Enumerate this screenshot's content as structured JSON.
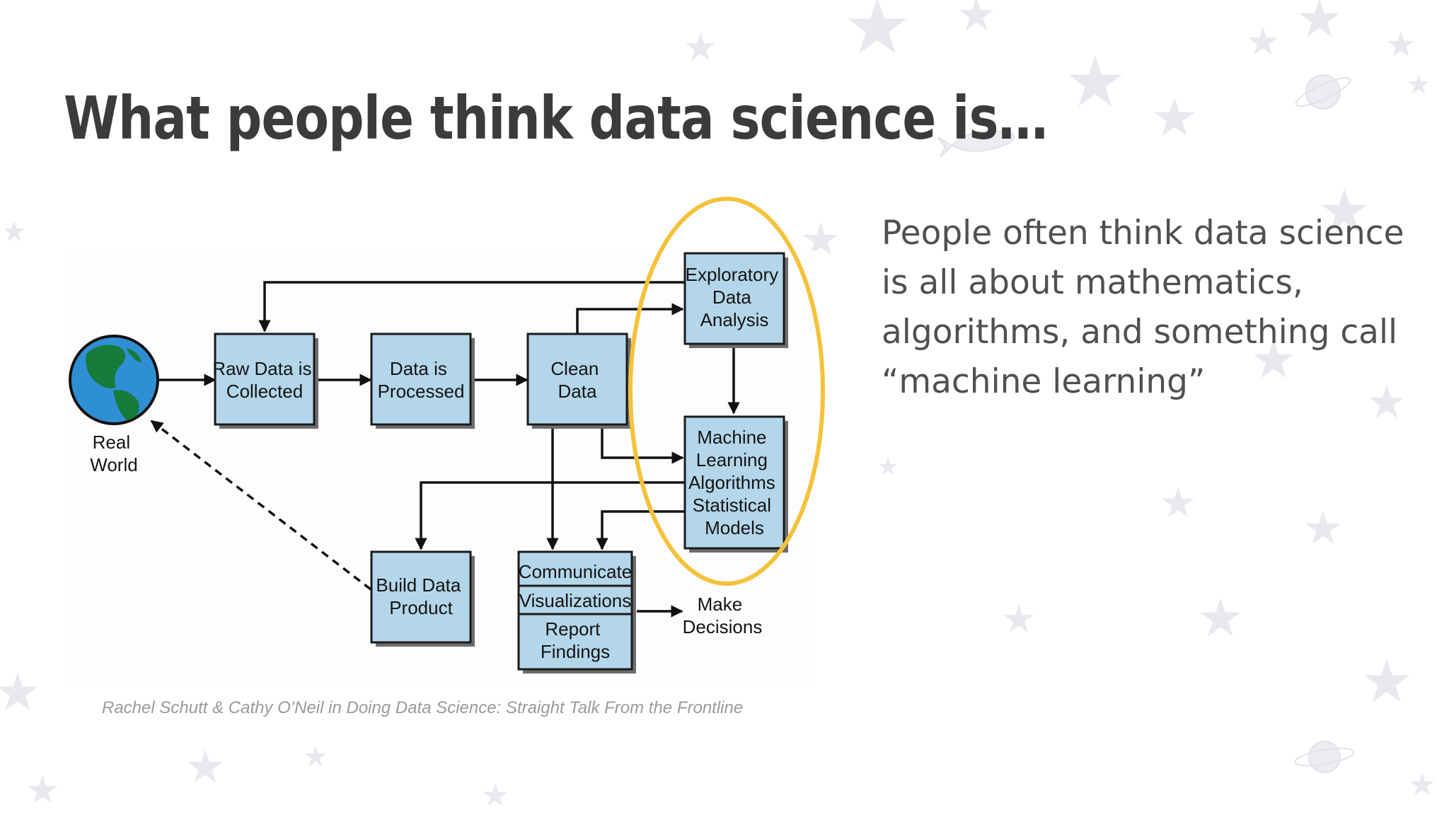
{
  "slide": {
    "title": "What people think data science is…",
    "body": "People often think data science is all about mathematics, algorithms, and something call “machine learning”",
    "citation": "Rachel Schutt & Cathy O’Neil in Doing Data Science: Straight Talk From the Frontline"
  },
  "diagram": {
    "real_world": [
      "Real",
      "World"
    ],
    "raw_data": [
      "Raw Data is",
      "Collected"
    ],
    "processed": [
      "Data is",
      "Processed"
    ],
    "clean": [
      "Clean",
      "Data"
    ],
    "eda": [
      "Exploratory",
      "Data",
      "Analysis"
    ],
    "ml": [
      "Machine",
      "Learning",
      "Algorithms",
      "Statistical",
      "Models"
    ],
    "build": [
      "Build Data",
      "Product"
    ],
    "communicate": "Communicate",
    "visualizations": "Visualizations",
    "report": [
      "Report",
      "Findings"
    ],
    "decisions": [
      "Make",
      "Decisions"
    ]
  },
  "colors": {
    "box_fill": "#b4d6ea",
    "highlight": "#f4c23a",
    "title": "#3b3b3b",
    "body": "#505050",
    "citation": "#9a9a9a"
  },
  "icons": [
    "globe-icon",
    "star-icon",
    "rocket-icon",
    "planet-icon"
  ]
}
